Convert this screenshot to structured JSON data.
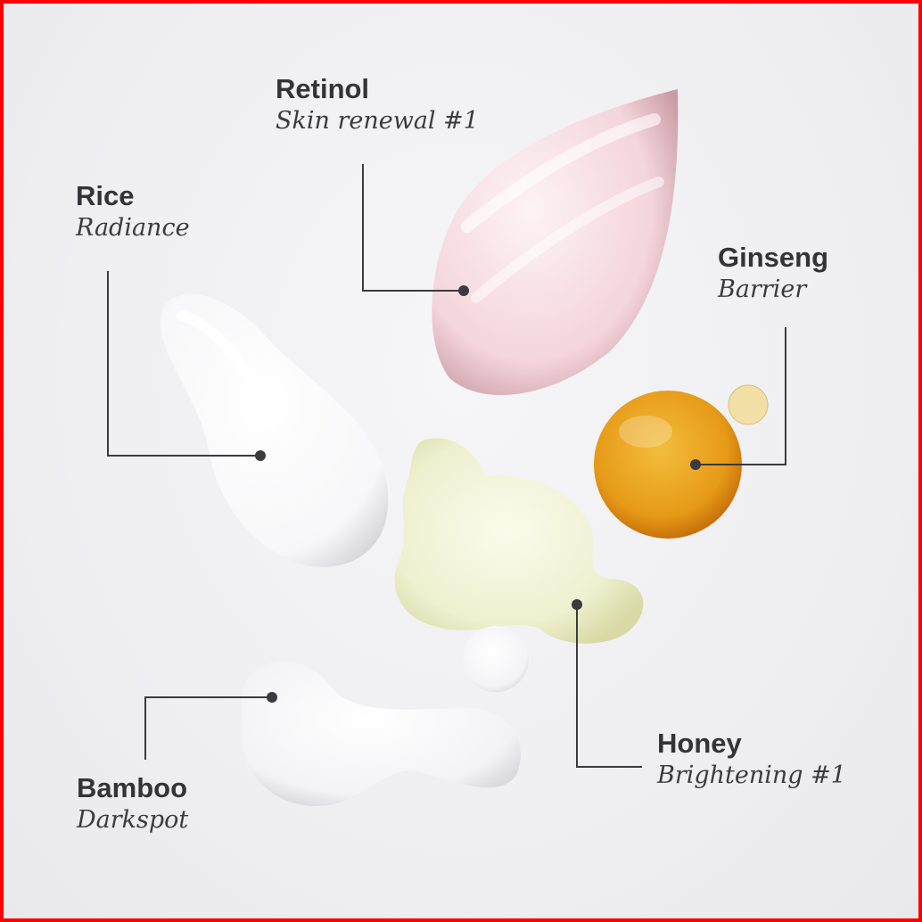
{
  "ingredients": [
    {
      "name": "Retinol",
      "benefit": "Skin renewal #1"
    },
    {
      "name": "Rice",
      "benefit": "Radiance"
    },
    {
      "name": "Ginseng",
      "benefit": "Barrier"
    },
    {
      "name": "Honey",
      "benefit": "Brightening #1"
    },
    {
      "name": "Bamboo",
      "benefit": "Darkspot"
    }
  ],
  "colors": {
    "border": "#ff0000",
    "text": "#333338",
    "retinol": "#f3d6dc",
    "ginseng": "#e9a01c",
    "honey": "#eef0d0",
    "rice": "#ffffff"
  }
}
